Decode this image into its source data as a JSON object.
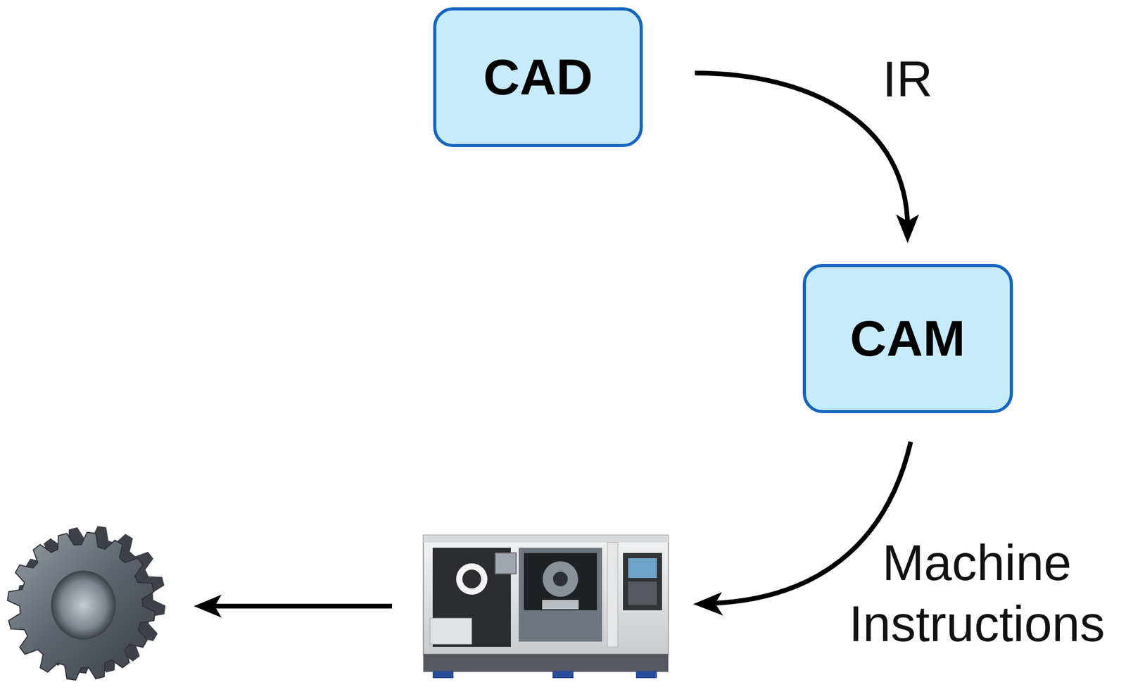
{
  "diagram": {
    "nodes": [
      {
        "text": [
          "CAD"
        ]
      },
      {
        "text": [
          "CAM"
        ]
      }
    ],
    "edges": [
      {
        "from": 0,
        "to": 1,
        "label": "IR",
        "arrow": "to"
      }
    ],
    "labels": [
      "Machine Instructions"
    ]
  }
}
